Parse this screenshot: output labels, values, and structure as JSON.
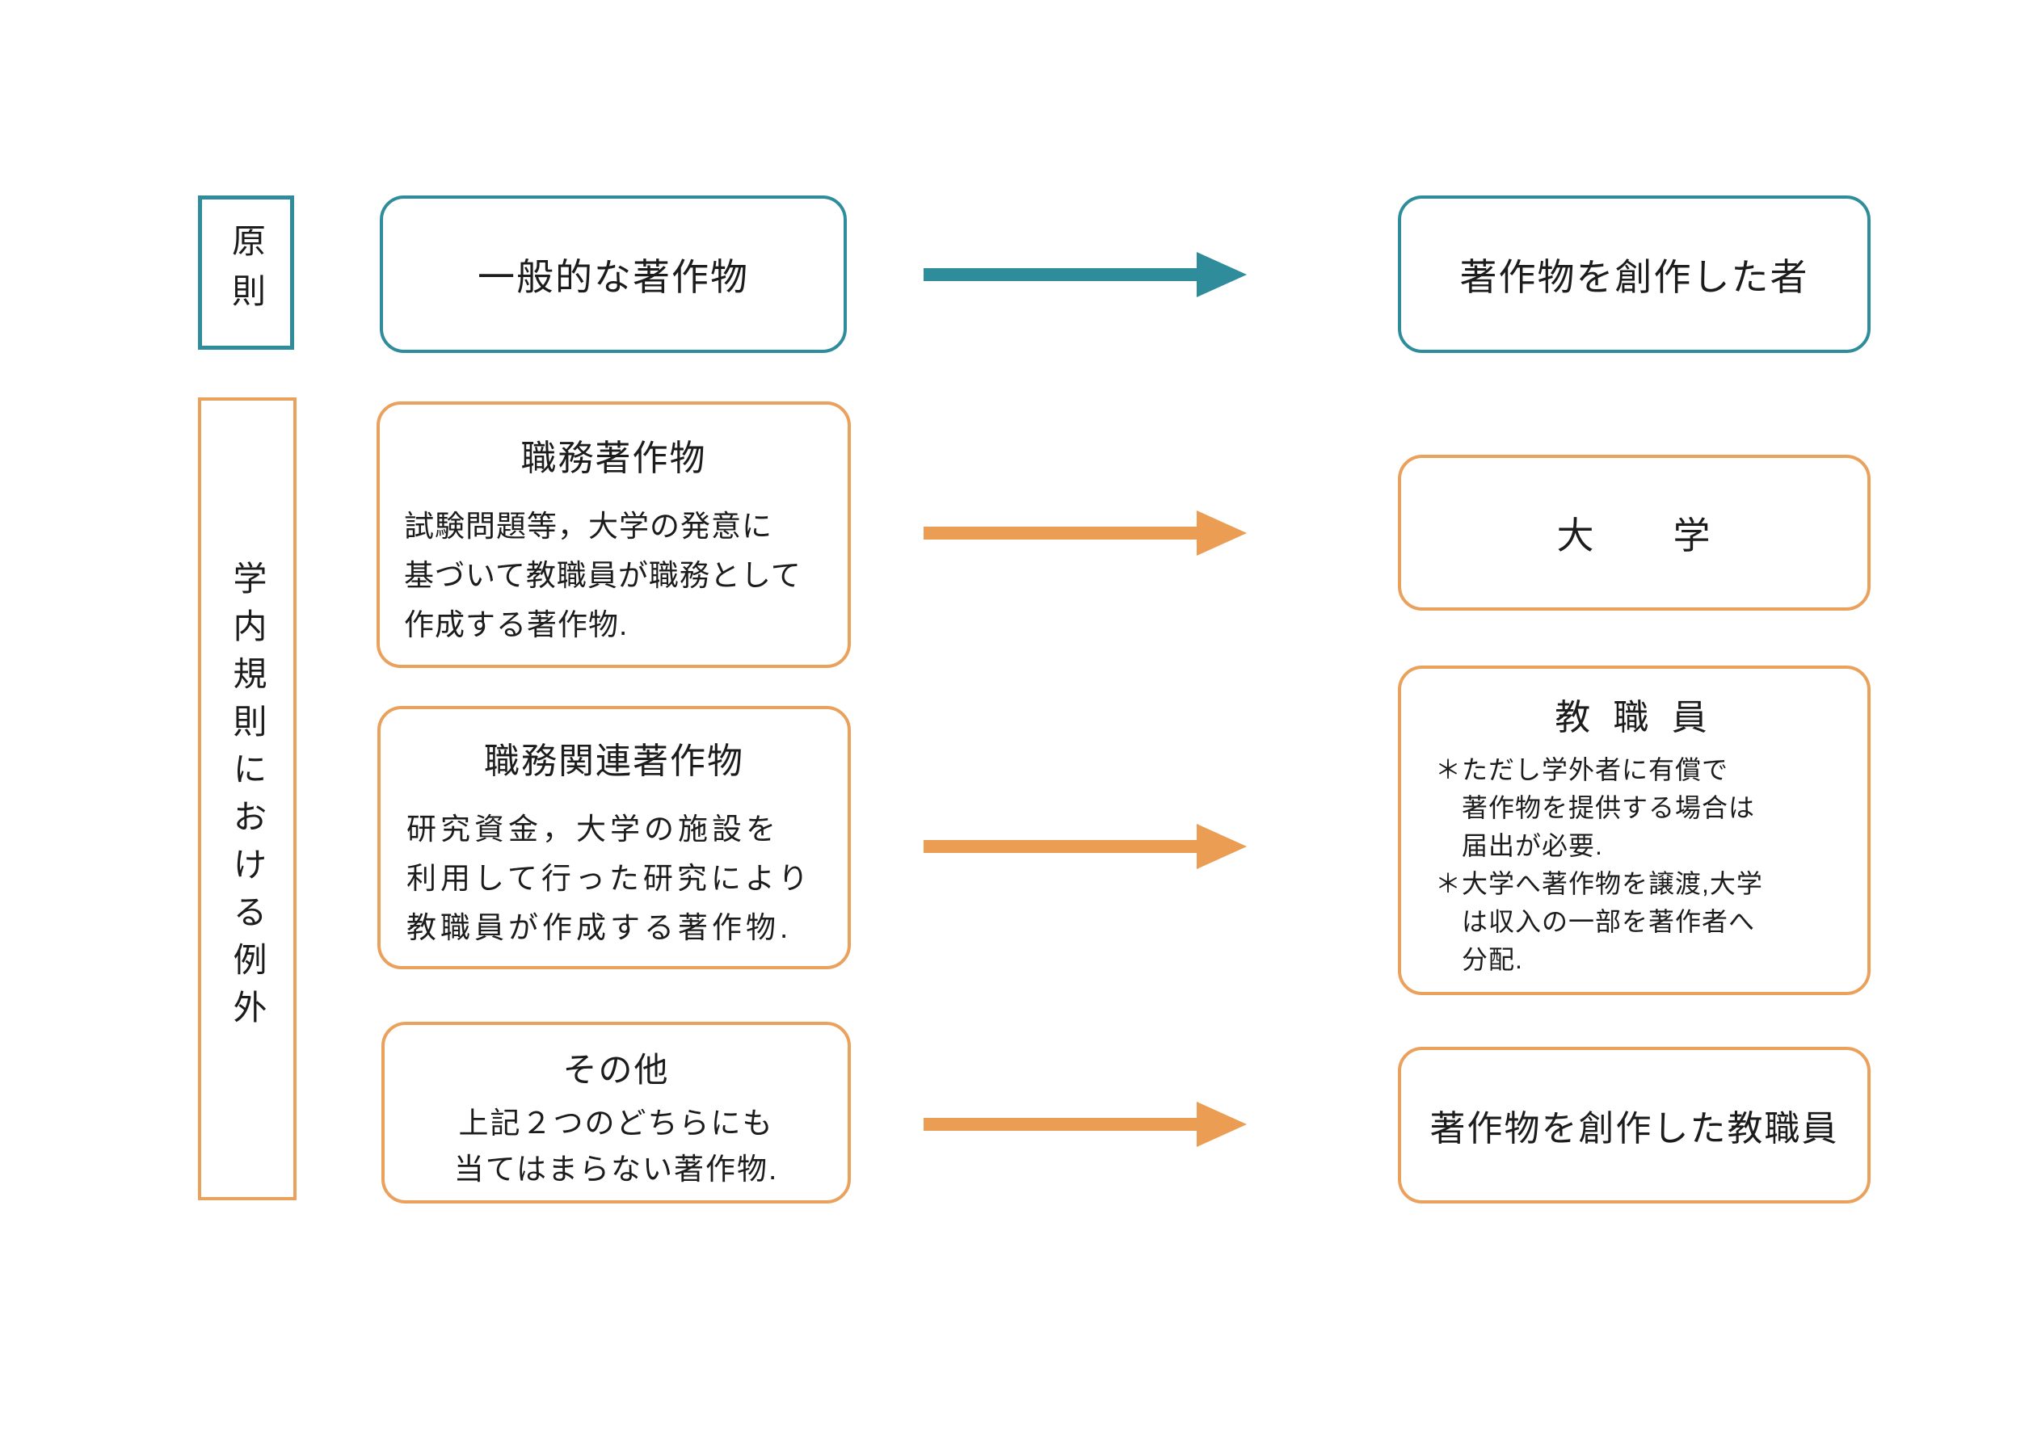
{
  "colors": {
    "teal": "#2f8c9b",
    "orange_border": "#e9a15c",
    "orange_arrow": "#ea9d53",
    "text": "#1c1c1c",
    "background": "#ffffff"
  },
  "principle_row": {
    "label": "原則",
    "source": "一般的な著作物",
    "target": "著作物を創作した者"
  },
  "exception_section": {
    "label": "学内規則における例外",
    "work_for_hire": {
      "title": "職務著作物",
      "body": "試験問題等，大学の発意に\n基づいて教職員が職務として\n作成する著作物.",
      "target": "大　　学"
    },
    "work_related": {
      "title": "職務関連著作物",
      "body": "研究資金，大学の施設を\n利用して行った研究により\n教職員が作成する著作物.",
      "target_title": "教 職 員",
      "target_notes": "＊ただし学外者に有償で\n　著作物を提供する場合は\n　届出が必要.\n＊大学へ著作物を譲渡,大学\n　は収入の一部を著作者へ\n　分配."
    },
    "other": {
      "title": "その他",
      "body": "上記２つのどちらにも\n当てはまらない著作物.",
      "target": "著作物を創作した教職員"
    }
  }
}
